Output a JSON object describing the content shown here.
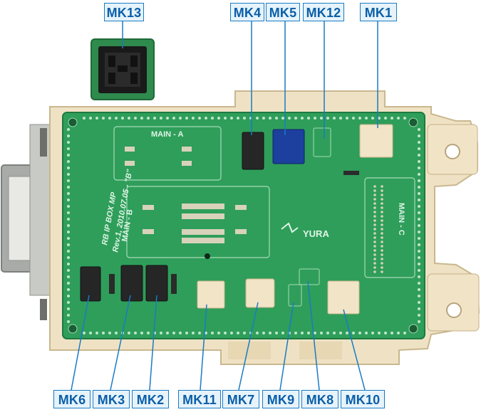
{
  "board": {
    "silk_main_a": "MAIN - A",
    "silk_main_b": "MAIN - B",
    "silk_main_c": "MAIN - C",
    "silk_title_line1": "RB IP BOX MP",
    "silk_title_line2": "Rev.1, 2010.07.05 - \"B\"",
    "silk_logo": "YURA"
  },
  "labels": {
    "mk13": "MK13",
    "mk4": "MK4",
    "mk5": "MK5",
    "mk12": "MK12",
    "mk1": "MK1",
    "mk6": "MK6",
    "mk3": "MK3",
    "mk2": "MK2",
    "mk11": "MK11",
    "mk7": "MK7",
    "mk9": "MK9",
    "mk8": "MK8",
    "mk10": "MK10"
  },
  "colors": {
    "pcb": "#2f9e5a",
    "pcb_dark": "#1f7a42",
    "housing": "#efe2c4",
    "label_border": "#1a7bc4",
    "label_text": "#0a5ea8",
    "relay_blue": "#1d3f9e"
  }
}
